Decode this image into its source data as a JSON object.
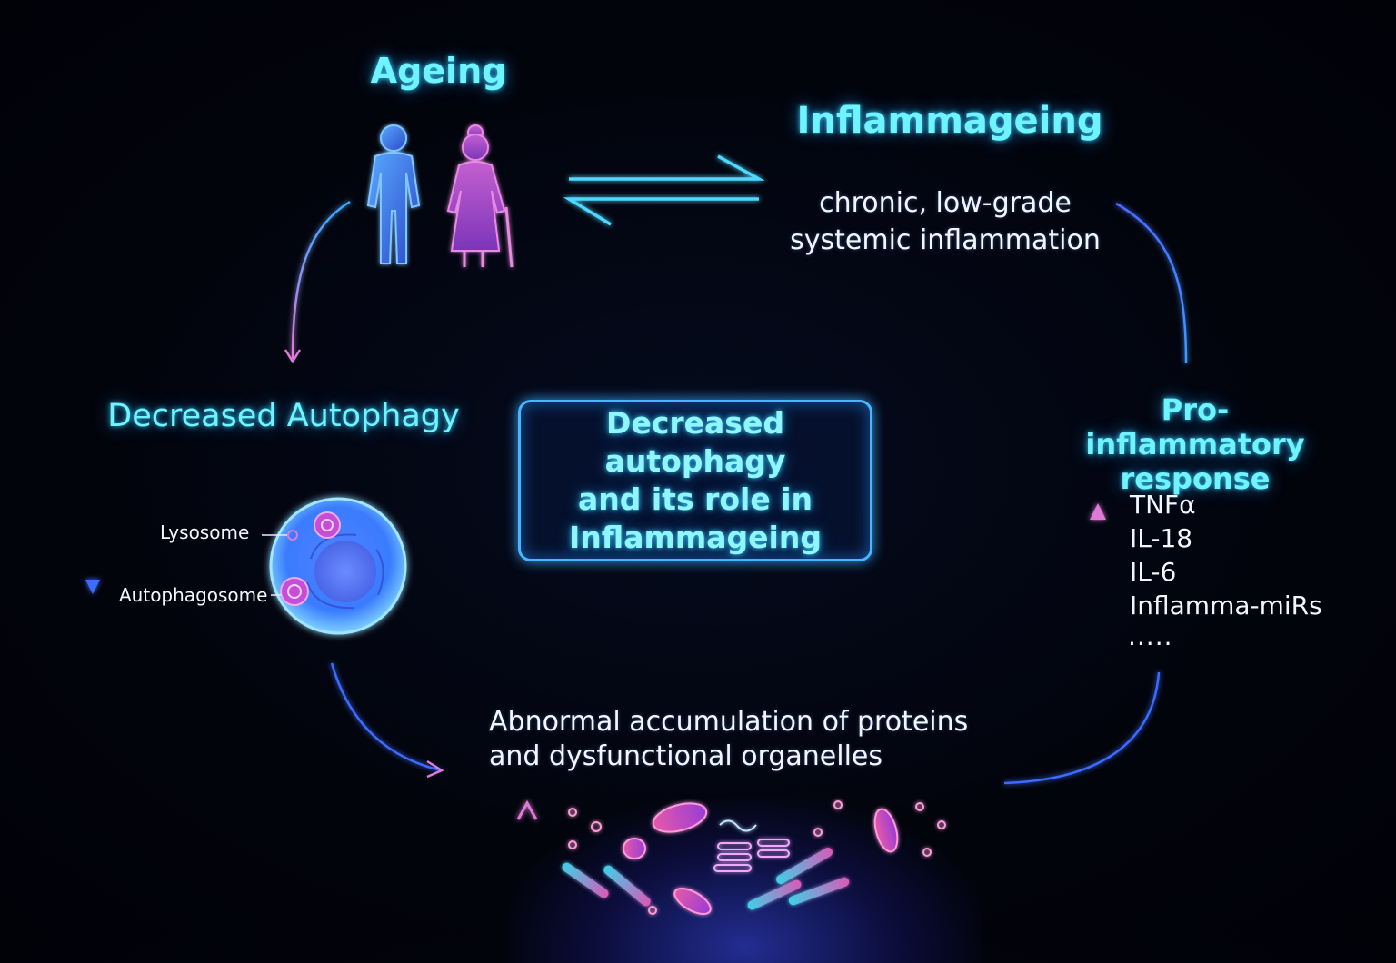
{
  "diagram": {
    "ageing": {
      "title": "Ageing"
    },
    "inflammageing": {
      "title": "Inflammageing",
      "subtitle_lines": [
        "chronic, low-grade",
        "systemic inflammation"
      ]
    },
    "decreased_autophagy": {
      "title": "Decreased Autophagy",
      "lysosome_label": "Lysosome",
      "autophagosome_label": "Autophagosome"
    },
    "center": {
      "lines": [
        "Decreased autophagy",
        "and its role in",
        "Inflammageing"
      ]
    },
    "pro_inflammatory": {
      "title_lines": [
        "Pro-inflammatory",
        "response"
      ],
      "mediators": [
        "TNFα",
        "IL-18",
        "IL-6",
        "Inflamma-miRs"
      ],
      "more": "....."
    },
    "accumulation": {
      "lines": [
        "Abnormal accumulation of proteins",
        "and dysfunctional organelles"
      ]
    },
    "colors": {
      "cyan_text": "#6ff3ff",
      "box_border": "#47b6ff",
      "arrow_blue": "#3d7bff",
      "arrow_pink": "#e07ad8",
      "figure_pink": "#d85ad0",
      "figure_blue": "#4a8dff"
    }
  }
}
